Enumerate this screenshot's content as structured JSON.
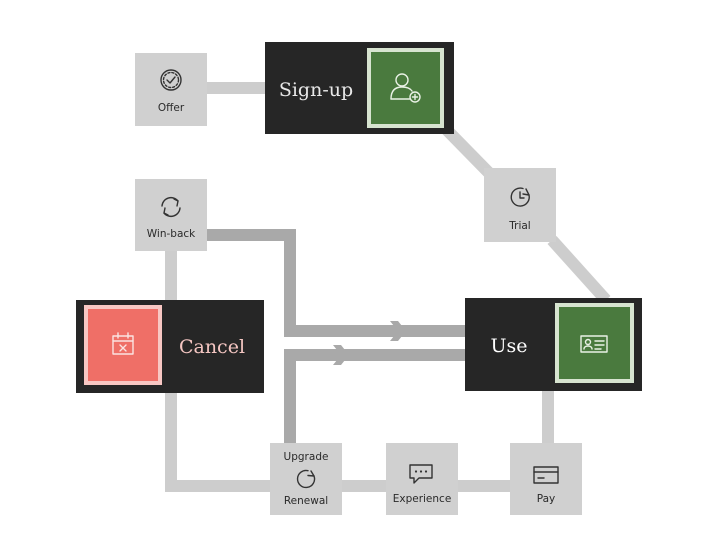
{
  "nodes": {
    "offer": "Offer",
    "signup": "Sign-up",
    "trial": "Trial",
    "winback": "Win-back",
    "cancel": "Cancel",
    "use": "Use",
    "upgrade": "Upgrade",
    "renewal": "Renewal",
    "experience": "Experience",
    "pay": "Pay"
  },
  "icons": {
    "offer": "check-badge-icon",
    "signup": "user-add-icon",
    "trial": "clock-icon",
    "winback": "refresh-icon",
    "cancel": "calendar-cancel-icon",
    "use": "id-card-icon",
    "renewal": "circular-arrow-icon",
    "experience": "chat-bubble-icon",
    "pay": "credit-card-icon"
  },
  "colors": {
    "dark_box": "#262626",
    "small_box": "#d0d0d0",
    "connector_light": "#cdcdcd",
    "connector_dark": "#a9a9a9",
    "green_tile": "#4a7a3e",
    "green_border": "#d7e4d0",
    "red_tile": "#ef6f67",
    "red_border": "#f8c7c3",
    "signup_text": "#e8e8e8",
    "cancel_text": "#f4c6c2"
  }
}
